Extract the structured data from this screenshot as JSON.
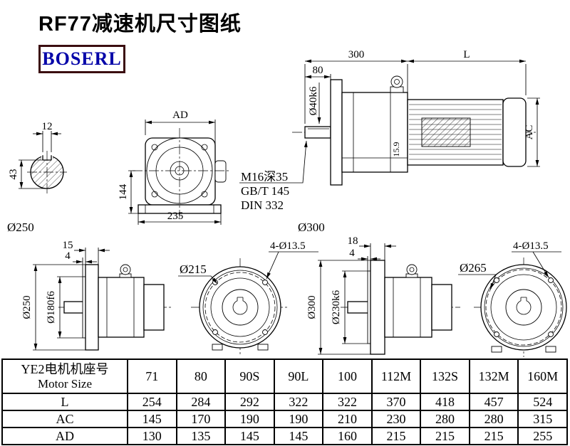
{
  "page": {
    "title": "RF77减速机尺寸图纸",
    "logo_text": "BOSERL"
  },
  "colors": {
    "line": "#000000",
    "logo_text": "#0000a8",
    "logo_border": "#3b0d10",
    "background": "#ffffff"
  },
  "drawing": {
    "side_assembly": {
      "dim_overall": "300",
      "dim_motor": "L",
      "dim_shaft_len": "80",
      "shaft_dia": "Ø40k6",
      "dim_motor_od": "AC",
      "dim_key": "15.9",
      "note_thread": "M16深35",
      "note_standard": "GB/T 145",
      "note_din": "DIN 332"
    },
    "shaft_section": {
      "dim_key_width": "12",
      "dim_height": "43"
    },
    "front_view": {
      "dim_width": "AD",
      "dim_center_height": "144",
      "dim_base": "235"
    },
    "flange_small": {
      "size_label": "Ø250",
      "dim_thickness": "15",
      "dim_spigot_depth": "4",
      "dim_flange_od": "Ø250",
      "dim_spigot_dia": "Ø180f6",
      "dim_bolt_circle": "Ø215",
      "dim_holes": "4-Ø13.5"
    },
    "flange_large": {
      "size_label": "Ø300",
      "dim_thickness": "18",
      "dim_spigot_depth": "4",
      "dim_flange_od": "Ø300",
      "dim_spigot_dia": "Ø230k6",
      "dim_bolt_circle": "Ø265",
      "dim_holes": "4-Ø13.5"
    }
  },
  "table": {
    "header_cn": "YE2电机机座号",
    "header_en": "Motor Size",
    "columns": [
      "71",
      "80",
      "90S",
      "90L",
      "100",
      "112M",
      "132S",
      "132M",
      "160M"
    ],
    "rows": [
      {
        "label": "L",
        "values": [
          "254",
          "284",
          "292",
          "322",
          "322",
          "370",
          "418",
          "457",
          "524"
        ]
      },
      {
        "label": "AC",
        "values": [
          "145",
          "170",
          "190",
          "190",
          "210",
          "230",
          "280",
          "280",
          "315"
        ]
      },
      {
        "label": "AD",
        "values": [
          "130",
          "135",
          "145",
          "145",
          "160",
          "215",
          "215",
          "215",
          "255"
        ]
      }
    ]
  }
}
